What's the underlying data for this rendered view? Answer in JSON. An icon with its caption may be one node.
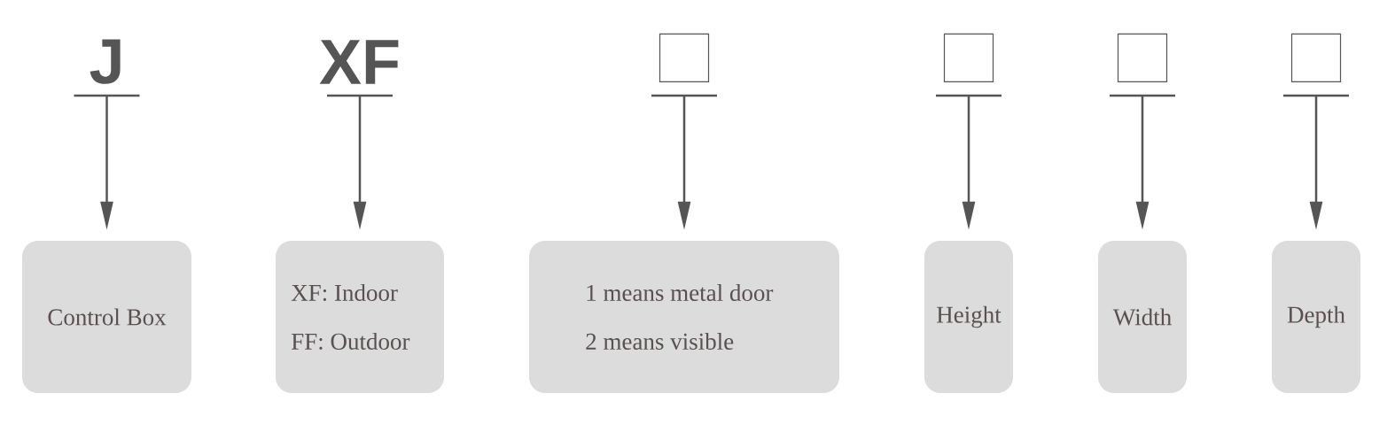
{
  "diagram": {
    "nodes": [
      {
        "text": [
          "J"
        ]
      },
      {
        "text": [
          "XF"
        ]
      },
      {
        "text": [],
        "shape": "box"
      },
      {
        "text": [],
        "shape": "box"
      },
      {
        "text": [],
        "shape": "box"
      },
      {
        "text": [],
        "shape": "box"
      },
      {
        "text": [
          "Control Box"
        ]
      },
      {
        "text": [
          "XF: Indoor",
          "FF: Outdoor"
        ]
      },
      {
        "text": [
          "1 means metal door",
          "2 means visible"
        ]
      },
      {
        "text": [
          "Height"
        ]
      },
      {
        "text": [
          "Width"
        ]
      },
      {
        "text": [
          "Depth"
        ]
      }
    ],
    "edges": [
      {
        "from": 0,
        "to": 6,
        "arrow": "to"
      },
      {
        "from": 1,
        "to": 7,
        "arrow": "to"
      },
      {
        "from": 2,
        "to": 8,
        "arrow": "to"
      },
      {
        "from": 3,
        "to": 9,
        "arrow": "to"
      },
      {
        "from": 4,
        "to": 10,
        "arrow": "to"
      },
      {
        "from": 5,
        "to": 11,
        "arrow": "to"
      }
    ]
  }
}
